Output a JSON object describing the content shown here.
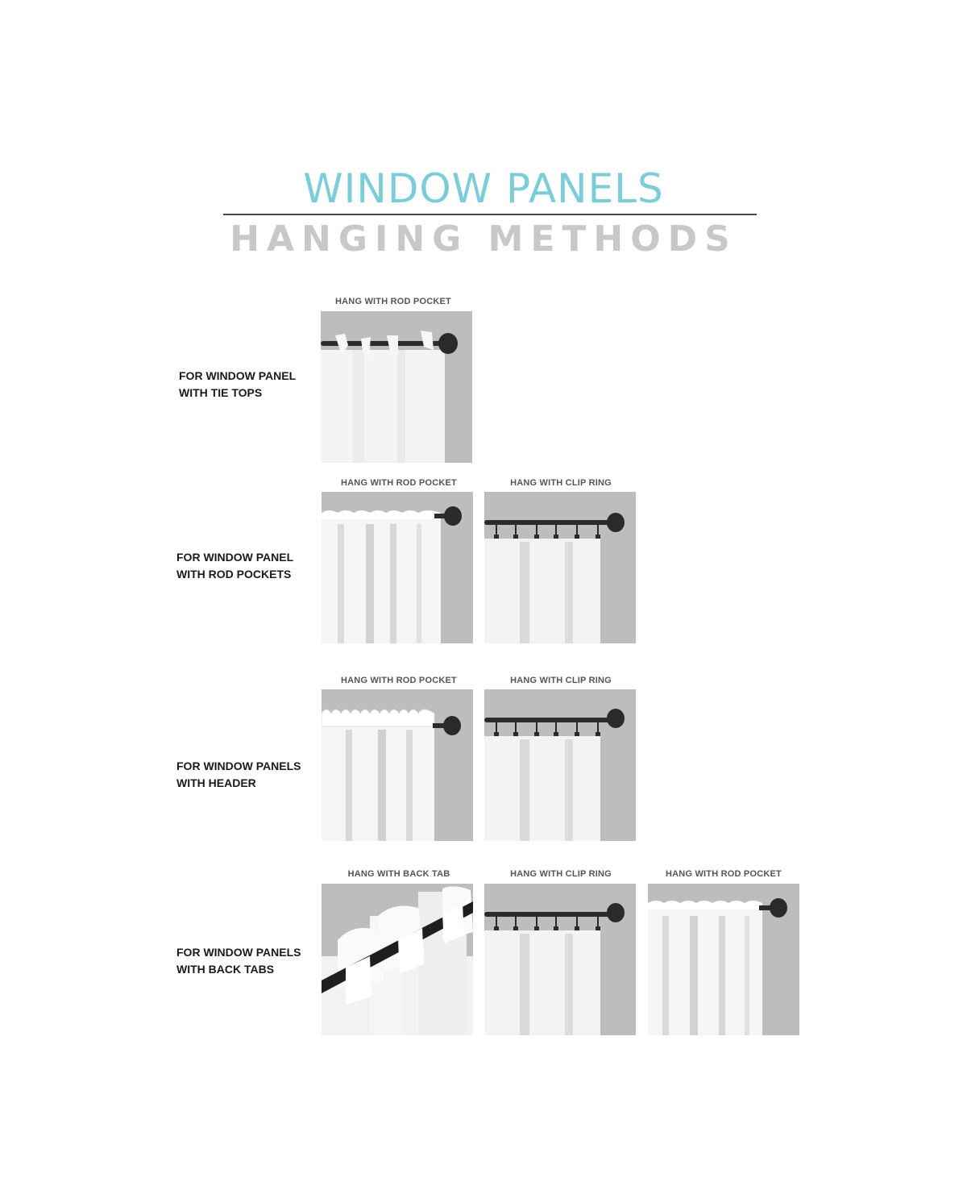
{
  "header": {
    "title": "WINDOW PANELS",
    "subtitle": "HANGING METHODS",
    "title_color": "#7ccdd7",
    "subtitle_color": "#c8c8c8"
  },
  "rows": [
    {
      "label": "FOR WINDOW PANEL\nWITH TIE TOPS",
      "methods": [
        {
          "caption": "HANG WITH ROD POCKET",
          "image": "tie-top-curtain-on-rod"
        }
      ]
    },
    {
      "label": "FOR WINDOW PANEL\nWITH ROD POCKETS",
      "methods": [
        {
          "caption": "HANG WITH ROD POCKET",
          "image": "rod-pocket-curtain"
        },
        {
          "caption": "HANG WITH CLIP RING",
          "image": "clip-ring-curtain"
        }
      ]
    },
    {
      "label": "FOR WINDOW PANELS\nWITH HEADER",
      "methods": [
        {
          "caption": "HANG WITH ROD POCKET",
          "image": "header-rod-pocket-curtain"
        },
        {
          "caption": "HANG WITH CLIP RING",
          "image": "clip-ring-curtain"
        }
      ]
    },
    {
      "label": "FOR WINDOW PANELS\nWITH BACK TABS",
      "methods": [
        {
          "caption": "HANG WITH BACK TAB",
          "image": "back-tab-curtain"
        },
        {
          "caption": "HANG WITH CLIP RING",
          "image": "clip-ring-curtain"
        },
        {
          "caption": "HANG WITH ROD POCKET",
          "image": "rod-pocket-curtain"
        }
      ]
    }
  ]
}
